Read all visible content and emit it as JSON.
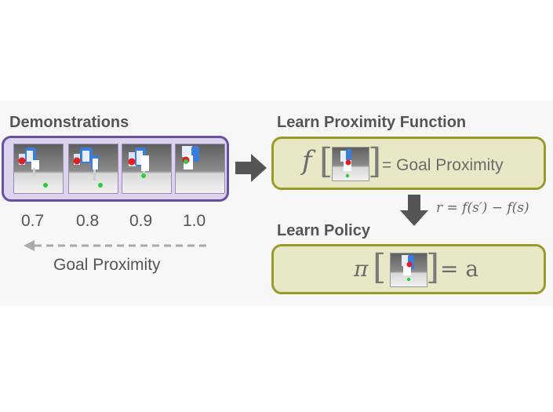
{
  "headings": {
    "demonstrations": "Demonstrations",
    "learn_proximity": "Learn Proximity Function",
    "learn_policy": "Learn Policy"
  },
  "proximity_values": [
    "0.7",
    "0.8",
    "0.9",
    "1.0"
  ],
  "axis_caption": "Goal Proximity",
  "proximity_equation": {
    "func": "f",
    "rhs": "= Goal Proximity"
  },
  "reward_equation": "r = f(s′) − f(s)",
  "policy_equation": {
    "func": "π",
    "rhs": "= a"
  },
  "colors": {
    "demo_border": "#6b4fa1",
    "demo_fill": "#dcd3ec",
    "box_border": "#9a9a2a",
    "box_fill": "#e9e8c6",
    "arrow": "#555555",
    "goal_dot": "#2ecc40",
    "object_dot": "#e02020",
    "robot": "#3b7dd8"
  }
}
